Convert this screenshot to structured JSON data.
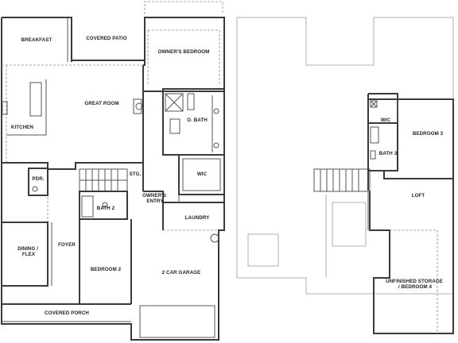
{
  "plan": {
    "first_floor": {
      "rooms": {
        "breakfast": "BREAKFAST",
        "covered_patio": "COVERED PATIO",
        "owners_bedroom": "OWNER'S BEDROOM",
        "great_room": "GREAT ROOM",
        "kitchen": "KITCHEN",
        "o_bath": "O. BATH",
        "wic": "WIC",
        "pdr": "PDR.",
        "stg": "STG.",
        "owners_entry_line1": "OWNER'S",
        "owners_entry_line2": "ENTRY",
        "bath2": "BATH 2",
        "laundry": "LAUNDRY",
        "dining_line1": "DINING /",
        "dining_line2": "FLEX",
        "foyer": "FOYER",
        "bedroom2": "BEDROOM 2",
        "garage": "2 CAR GARAGE",
        "covered_porch": "COVERED PORCH"
      }
    },
    "second_floor": {
      "rooms": {
        "wic": "WIC",
        "bedroom3": "BEDROOM 3",
        "bath3": "BATH 3",
        "loft": "LOFT",
        "storage_line1": "UNFINISHED STORAGE",
        "storage_line2": "/ BEDROOM 4"
      }
    }
  }
}
